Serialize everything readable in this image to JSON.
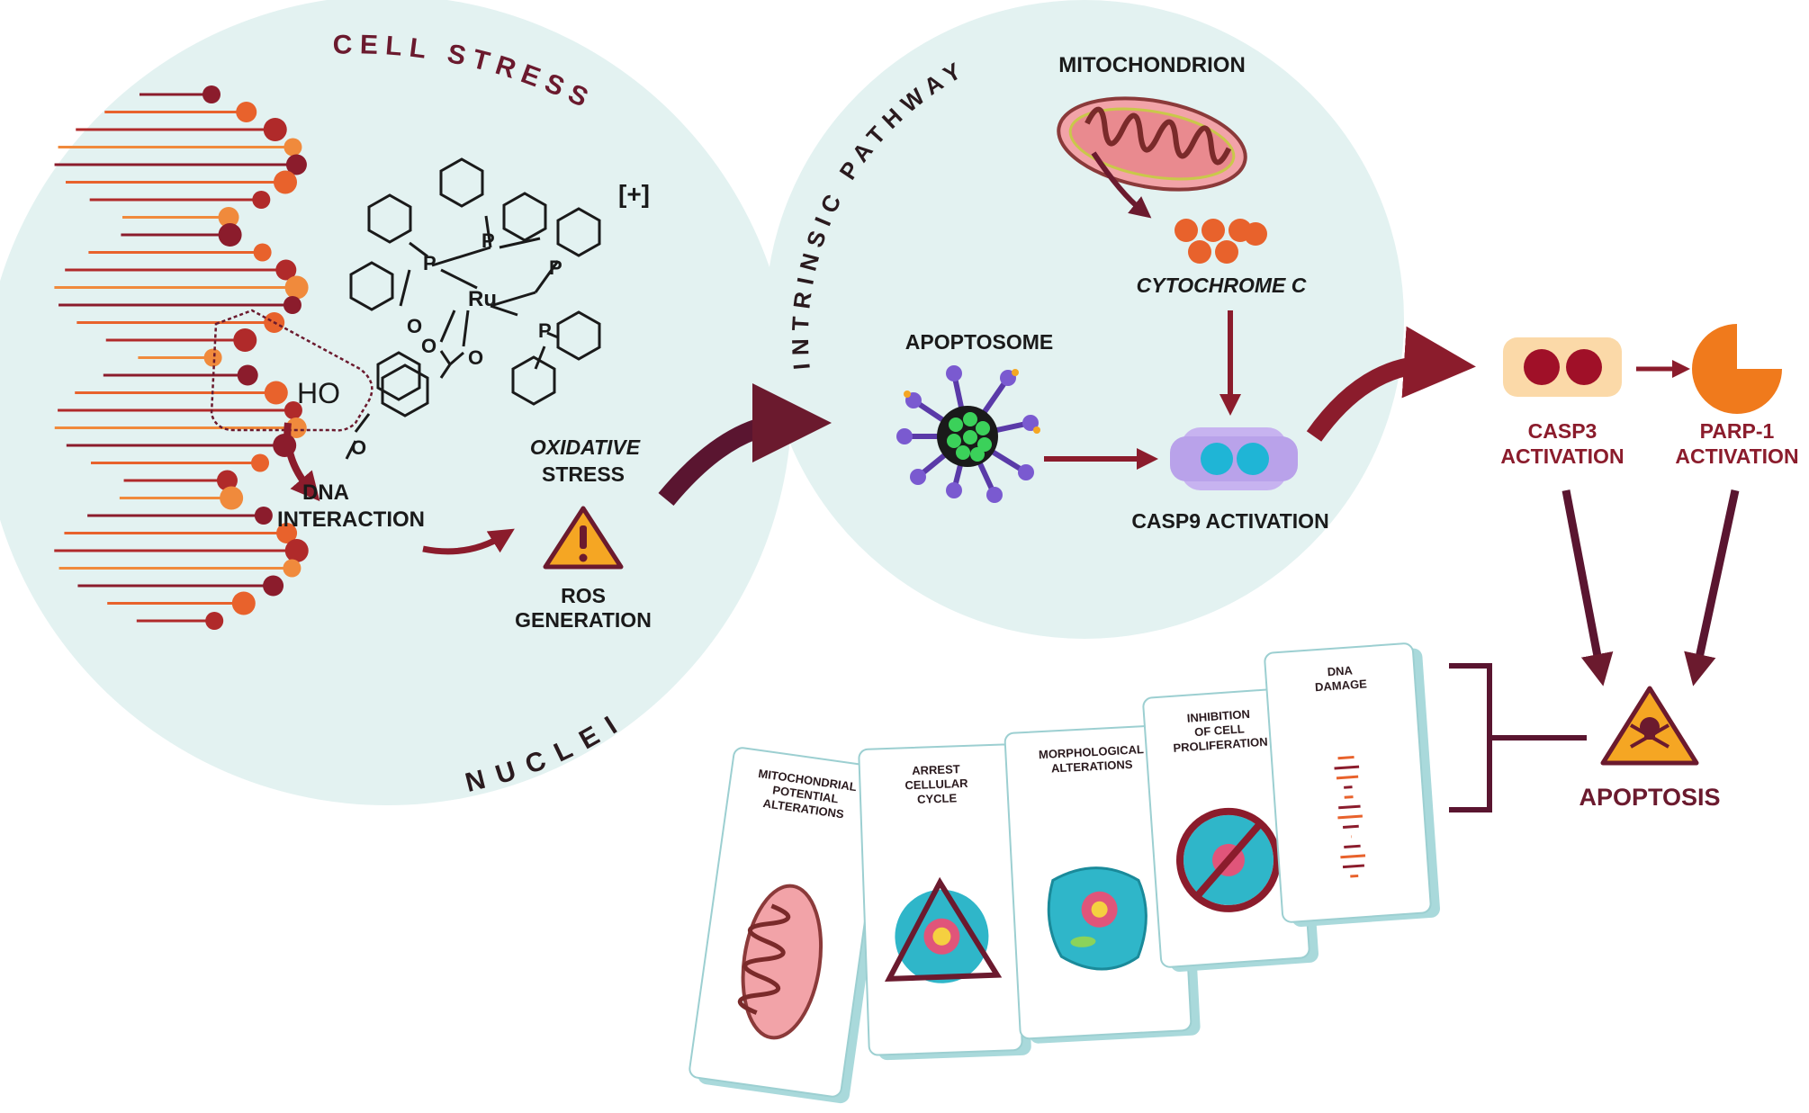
{
  "labels": {
    "cell_stress": "CELL STRESS",
    "nuclei": "NUCLEI",
    "intrinsic_pathway": "INTRINSIC PATHWAY",
    "charge": "[+]",
    "ho": "HO",
    "ru": "Ru",
    "p": "P",
    "o": "O",
    "dna_interaction": [
      "DNA",
      "INTERACTION"
    ],
    "oxidative_stress": [
      "OXIDATIVE",
      "STRESS"
    ],
    "ros_generation": [
      "ROS",
      "GENERATION"
    ],
    "mitochondrion": "MITOCHONDRION",
    "cytochrome_c": "CYTOCHROME C",
    "apoptosome": "APOPTOSOME",
    "casp9": "CASP9 ACTIVATION",
    "casp3": [
      "CASP3",
      "ACTIVATION"
    ],
    "parp1": [
      "PARP-1",
      "ACTIVATION"
    ],
    "apoptosis": "APOPTOSIS"
  },
  "cards": [
    {
      "name": "card-mitochondrial",
      "lines": [
        "MITOCHONDRIAL",
        "POTENTIAL",
        "ALTERATIONS"
      ],
      "icon": "mitochondrion-icon"
    },
    {
      "name": "card-arrest",
      "lines": [
        "ARREST",
        "CELLULAR",
        "CYCLE"
      ],
      "icon": "cell-cycle-icon"
    },
    {
      "name": "card-morphological",
      "lines": [
        "MORPHOLOGICAL",
        "ALTERATIONS"
      ],
      "icon": "cell-icon"
    },
    {
      "name": "card-inhibition",
      "lines": [
        "INHIBITION",
        "OF CELL",
        "PROLIFERATION"
      ],
      "icon": "prohibited-cell-icon"
    },
    {
      "name": "card-dna",
      "lines": [
        "DNA",
        "DAMAGE"
      ],
      "icon": "dna-icon"
    }
  ],
  "colors": {
    "maroon": "#6b1a2e",
    "dark_red": "#8b1c2c",
    "orange": "#e8622c",
    "light_orange": "#f08a3c",
    "circle_bg": "#e3f2f1",
    "warning": "#f5a623",
    "card_edge": "#a9d9db"
  }
}
